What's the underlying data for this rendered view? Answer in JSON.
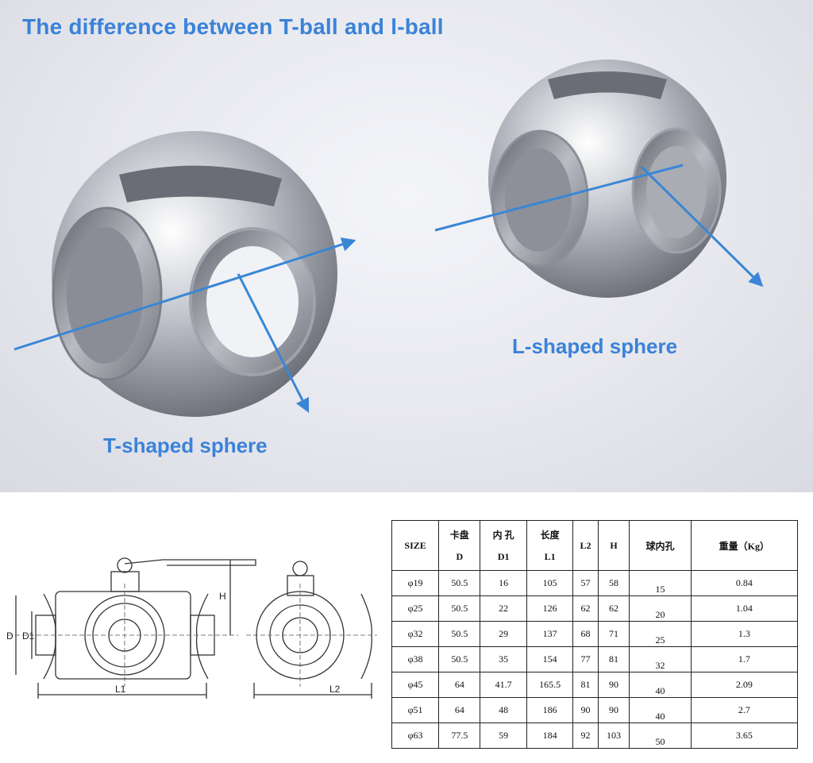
{
  "headline": "The difference between T-ball and l-ball",
  "label_t": "T-shaped sphere",
  "label_l": "L-shaped sphere",
  "drawing": {
    "dim_h": "H",
    "dim_d": "D",
    "dim_d1": "D1",
    "dim_l1": "L1",
    "dim_l2": "L2"
  },
  "colors": {
    "accent": "#3b82d8",
    "arrow": "#3a86d6"
  },
  "table": {
    "headers": [
      {
        "top": "SIZE",
        "bottom": ""
      },
      {
        "top": "卡盘",
        "bottom": "D"
      },
      {
        "top": "内 孔",
        "bottom": "D1"
      },
      {
        "top": "长度",
        "bottom": "L1"
      },
      {
        "top": "L2",
        "bottom": ""
      },
      {
        "top": "H",
        "bottom": ""
      },
      {
        "top": "球内孔",
        "bottom": ""
      },
      {
        "top": "重量（Kg）",
        "bottom": ""
      }
    ],
    "rows": [
      [
        "φ19",
        "50.5",
        "16",
        "105",
        "57",
        "58",
        "15",
        "0.84"
      ],
      [
        "φ25",
        "50.5",
        "22",
        "126",
        "62",
        "62",
        "20",
        "1.04"
      ],
      [
        "φ32",
        "50.5",
        "29",
        "137",
        "68",
        "71",
        "25",
        "1.3"
      ],
      [
        "φ38",
        "50.5",
        "35",
        "154",
        "77",
        "81",
        "32",
        "1.7"
      ],
      [
        "φ45",
        "64",
        "41.7",
        "165.5",
        "81",
        "90",
        "40",
        "2.09"
      ],
      [
        "φ51",
        "64",
        "48",
        "186",
        "90",
        "90",
        "40",
        "2.7"
      ],
      [
        "φ63",
        "77.5",
        "59",
        "184",
        "92",
        "103",
        "50",
        "3.65"
      ]
    ]
  }
}
